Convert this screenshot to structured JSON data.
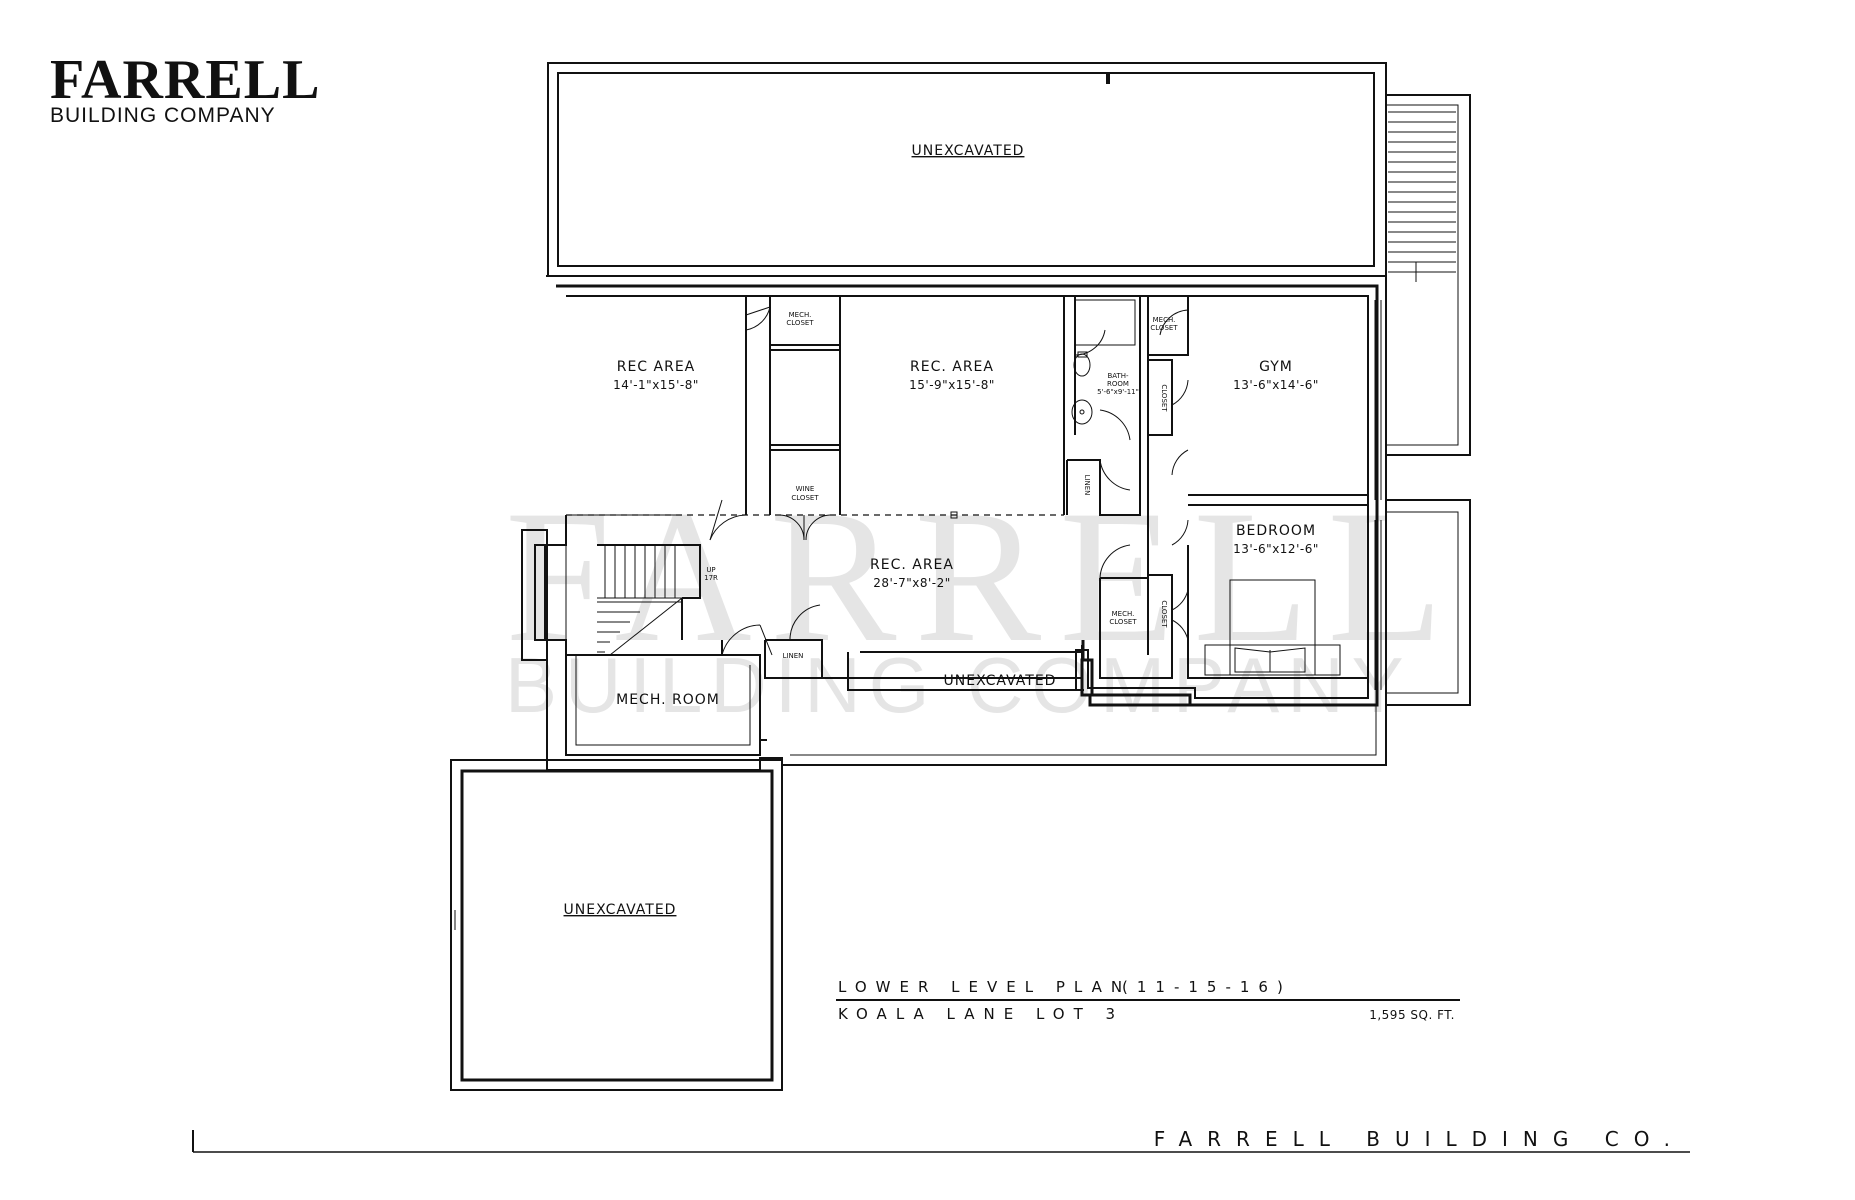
{
  "brand": {
    "name": "FARRELL",
    "subtitle": "BUILDING COMPANY"
  },
  "watermark": {
    "main": "FARRELL",
    "sub": "BUILDING COMPANY"
  },
  "rooms": {
    "unexcavated_top": "UNEXCAVATED",
    "rec_area_left": {
      "name": "REC AREA",
      "dims": "14'-1\"x15'-8\""
    },
    "rec_area_center": {
      "name": "REC. AREA",
      "dims": "15'-9\"x15'-8\""
    },
    "rec_area_main": {
      "name": "REC. AREA",
      "dims": "28'-7\"x8'-2\""
    },
    "gym": {
      "name": "GYM",
      "dims": "13'-6\"x14'-6\""
    },
    "bedroom": {
      "name": "BEDROOM",
      "dims": "13'-6\"x12'-6\""
    },
    "mech_room": "MECH. ROOM",
    "unexcavated_mid": "UNEXCAVATED",
    "unexcavated_bottom": "UNEXCAVATED",
    "mech_closet_1": [
      "MECH.",
      "CLOSET"
    ],
    "mech_closet_2": [
      "MECH.",
      "CLOSET"
    ],
    "mech_closet_3": [
      "MECH.",
      "CLOSET"
    ],
    "wine_closet": [
      "WINE",
      "CLOSET"
    ],
    "bathroom": [
      "BATH-",
      "ROOM"
    ],
    "bathroom_dims": "5'-6\"x9'-11\"",
    "linen_1": "LINEN",
    "linen_2": "LINEN",
    "closet_1": "CLOSET",
    "closet_2": "CLOSET",
    "stair_up": [
      "UP",
      "17R"
    ]
  },
  "plan_title": {
    "line1": "LOWER LEVEL PLAN",
    "date": "(11-15-16)",
    "line2": "KOALA LANE LOT 3",
    "sqft": "1,595 SQ. FT."
  },
  "footer": "FARRELL BUILDING CO."
}
